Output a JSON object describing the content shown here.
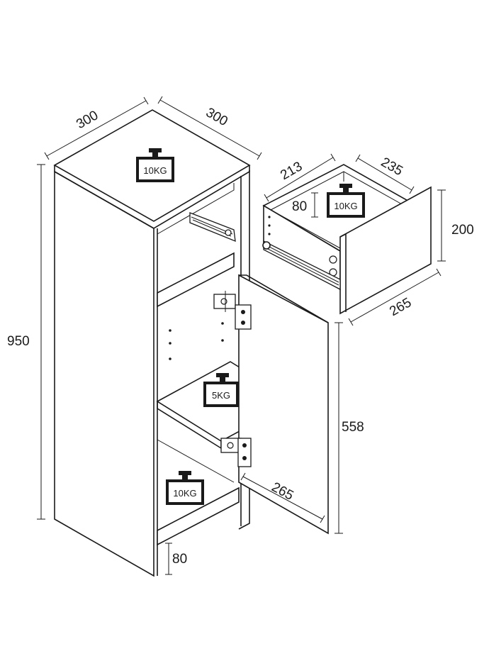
{
  "cabinet": {
    "top_width": "300",
    "top_depth": "300",
    "height": "950",
    "door_height": "558",
    "door_depth": "265",
    "plinth_height": "80",
    "top_load": "10KG",
    "shelf_load": "5KG",
    "bottom_load": "10KG"
  },
  "drawer": {
    "width": "213",
    "depth": "235",
    "inner_height": "80",
    "front_height": "200",
    "length": "265",
    "load": "10KG"
  }
}
